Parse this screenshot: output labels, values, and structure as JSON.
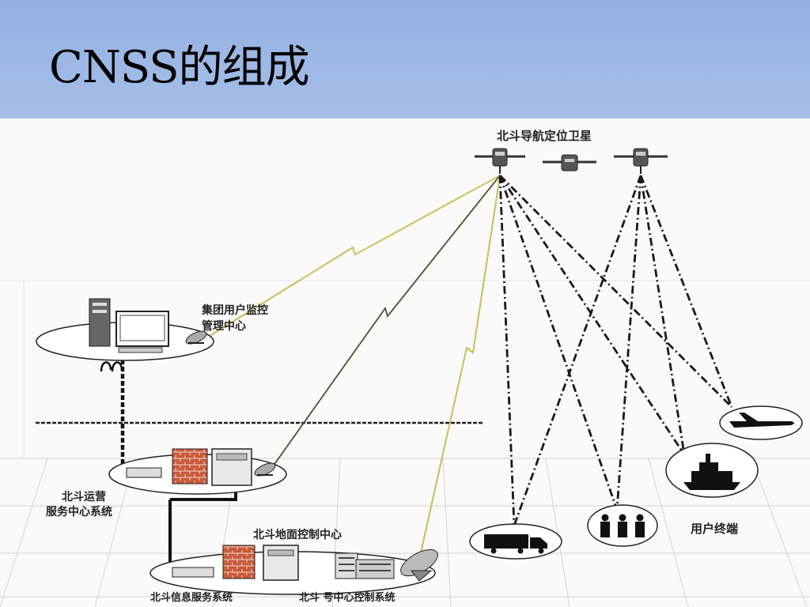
{
  "slide": {
    "title": "CNSS的组成"
  },
  "diagram": {
    "labels": {
      "satellites": "北斗导航定位卫星",
      "group_center_line1": "集团用户监控",
      "group_center_line2": "管理中心",
      "ops_center_line1": "北斗运营",
      "ops_center_line2": "服务中心系统",
      "ground_control": "北斗地面控制中心",
      "info_service": "北斗信息服务系统",
      "nav_control": "北斗  号中心控制系统",
      "user_terminals": "用户终端"
    }
  }
}
